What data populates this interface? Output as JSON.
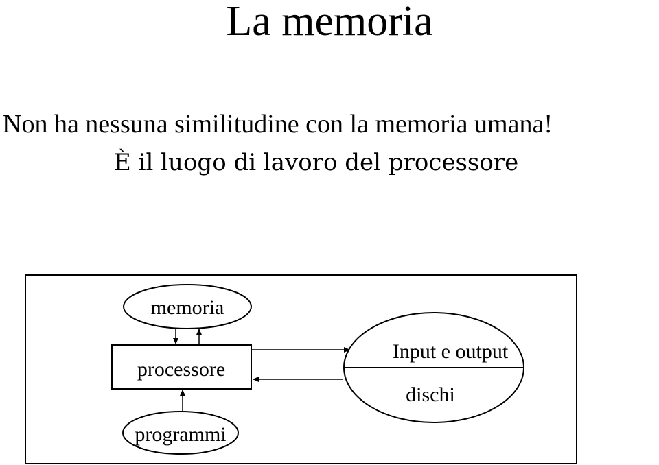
{
  "title": "La memoria",
  "lines": [
    "Non ha nessuna similitudine con la memoria umana!",
    "È il luogo di lavoro del processore"
  ],
  "diagram": {
    "nodes": {
      "memoria": "memoria",
      "processore": "processore",
      "programmi": "programmi",
      "io_top": "Input e output",
      "io_bottom": "dischi"
    }
  }
}
